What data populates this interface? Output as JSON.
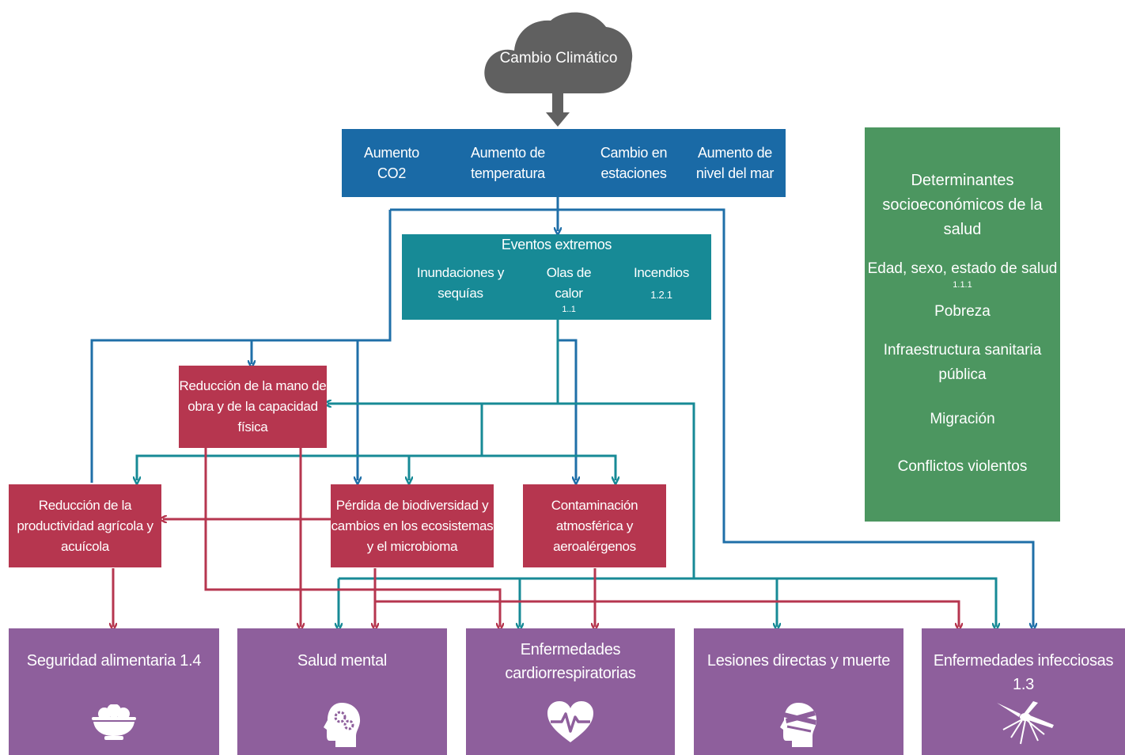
{
  "cloud": {
    "label": "Cambio Climático"
  },
  "drivers": [
    {
      "line1": "Aumento",
      "line2": "CO2"
    },
    {
      "line1": "Aumento de",
      "line2": "temperatura"
    },
    {
      "line1": "Cambio en",
      "line2": "estaciones"
    },
    {
      "line1": "Aumento de",
      "line2": "nivel del mar"
    }
  ],
  "extreme_events": {
    "title": "Eventos extremos",
    "items": [
      {
        "line1": "Inundaciones y",
        "line2": "sequías",
        "ref": ""
      },
      {
        "line1": "Olas de",
        "line2": "calor",
        "ref": "1..1"
      },
      {
        "line1": "Incendios",
        "line2": "",
        "ref": "1.2.1"
      }
    ]
  },
  "pathways": {
    "labor": {
      "line1": "Reducción de la mano de",
      "line2": "obra y de la capacidad",
      "line3": "física"
    },
    "agri": {
      "line1": "Reducción de la",
      "line2": "productividad agrícola y",
      "line3": "acuícola"
    },
    "biodiversity": {
      "line1": "Pérdida de biodiversidad y",
      "line2": "cambios en los ecosistemas",
      "line3": "y el microbioma"
    },
    "pollution": {
      "line1": "Contaminación",
      "line2": "atmosférica y",
      "line3": "aeroalérgenos"
    }
  },
  "determinants": {
    "title_line1": "Determinantes",
    "title_line2": "socioeconómicos de la salud",
    "item1": "Edad, sexo, estado de salud",
    "item1_ref": "1.1.1",
    "item2": "Pobreza",
    "item3_line1": "Infraestructura sanitaria",
    "item3_line2": "pública",
    "item4": "Migración",
    "item5": "Conflictos violentos"
  },
  "outcomes": [
    {
      "line1": "Seguridad alimentaria 1.4",
      "line2": "",
      "icon": "food-bowl-icon"
    },
    {
      "line1": "Salud mental",
      "line2": "",
      "icon": "head-gears-icon"
    },
    {
      "line1": "Enfermedades",
      "line2": "cardiorrespiratorias",
      "icon": "heart-pulse-icon"
    },
    {
      "line1": "Lesiones directas y muerte",
      "line2": "",
      "icon": "bandaged-head-icon"
    },
    {
      "line1": "Enfermedades infecciosas 1.3",
      "line2": "",
      "icon": "mosquito-icon"
    }
  ],
  "colors": {
    "cloud": "#606060",
    "drivers": "#1a6aa6",
    "events": "#178a96",
    "pathways": "#b6364f",
    "outcomes": "#8e5f9c",
    "determinants": "#4c9660",
    "arrow_blue": "#1f6fa8",
    "arrow_teal": "#178a96",
    "arrow_red": "#b6364f"
  }
}
